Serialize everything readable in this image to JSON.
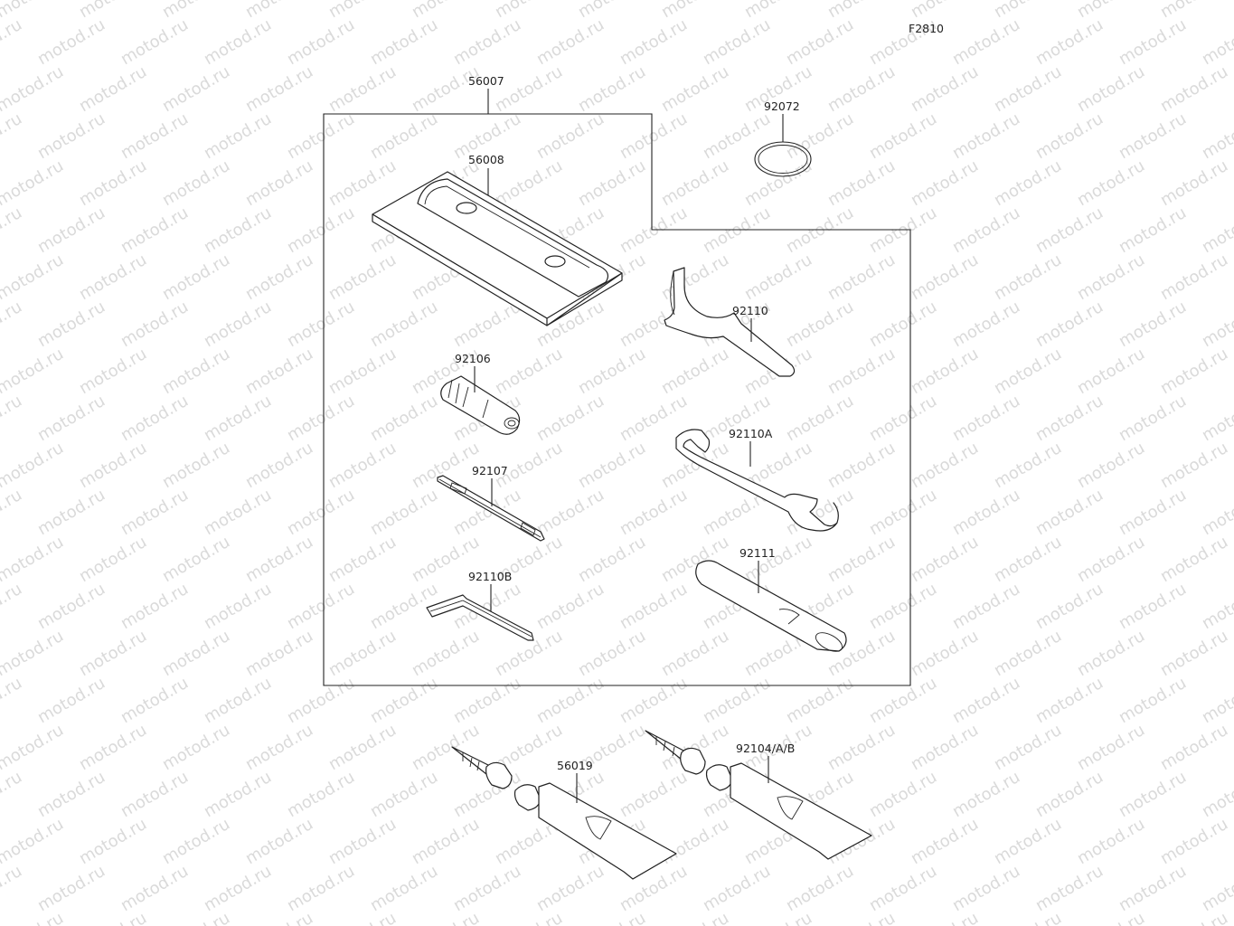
{
  "figure_code": "F2810",
  "watermark": "motod.ru",
  "parts": {
    "tool_kit": "56007",
    "tool_bag": "56008",
    "o_ring": "92072",
    "wrench_hook": "92110",
    "spark_plug_wrench": "92106",
    "screwdriver": "92107",
    "open_end_wrench": "92110A",
    "hex_wrench": "92110B",
    "handle": "92111",
    "grease_tube": "56019",
    "grease_tube_b": "92104/A/B"
  }
}
